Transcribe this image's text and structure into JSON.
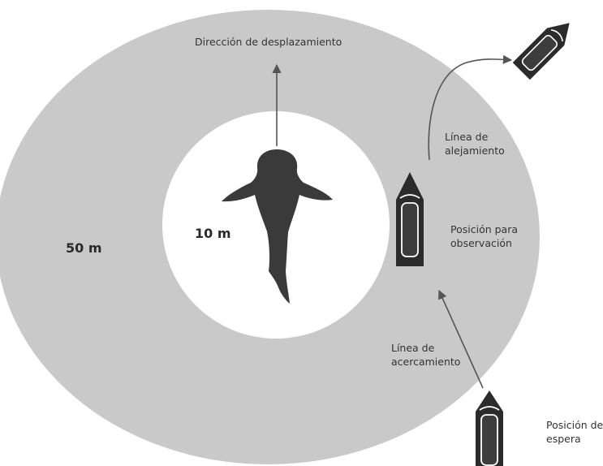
{
  "labels": {
    "direction": "Dirección de desplazamiento",
    "inner_distance": "10 m",
    "outer_distance": "50 m",
    "exit_line": [
      "Línea de",
      "alejamiento"
    ],
    "observation_position": [
      "Posición para",
      "observación"
    ],
    "approach_line": [
      "Línea de",
      "acercamiento"
    ],
    "waiting_position": [
      "Posición de",
      "espera"
    ]
  },
  "colors": {
    "outer_zone": "#c9c9c9",
    "inner_zone": "#ffffff",
    "shark": "#3a3a3a",
    "boat_hull": "#2b2b2b",
    "arrow": "#555555",
    "text": "#333333"
  }
}
